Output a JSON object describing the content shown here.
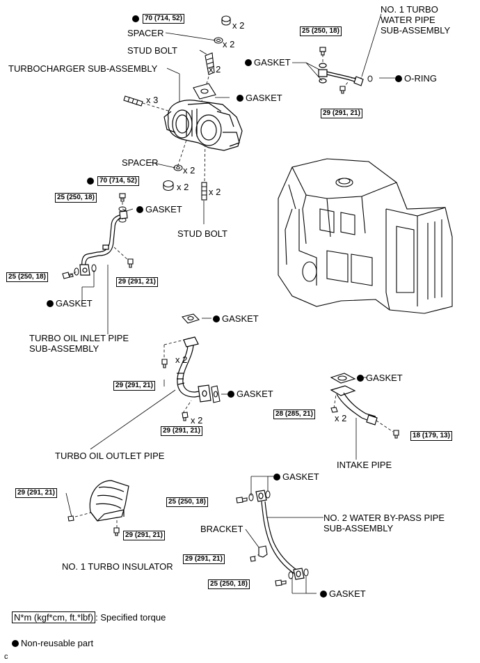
{
  "parts": {
    "no1_turbo_water_pipe": "NO. 1 TURBO\nWATER PIPE\nSUB-ASSEMBLY",
    "spacer": "SPACER",
    "stud_bolt": "STUD BOLT",
    "turbocharger": "TURBOCHARGER SUB-ASSEMBLY",
    "gasket": "GASKET",
    "o_ring": "O-RING",
    "turbo_oil_inlet_pipe": "TURBO OIL INLET PIPE\nSUB-ASSEMBLY",
    "turbo_oil_outlet_pipe": "TURBO OIL OUTLET PIPE",
    "intake_pipe": "INTAKE PIPE",
    "no2_water_bypass_pipe": "NO. 2 WATER BY-PASS PIPE\nSUB-ASSEMBLY",
    "bracket": "BRACKET",
    "no1_turbo_insulator": "NO. 1 TURBO INSULATOR"
  },
  "torques": {
    "t70": "70 (714, 52)",
    "t25": "25 (250, 18)",
    "t29": "29 (291, 21)",
    "t28": "28 (285, 21)",
    "t18": "18 (179, 13)"
  },
  "multipliers": {
    "x2": "x 2",
    "x3": "x 3"
  },
  "legend": {
    "torque_box": "N*m (kgf*cm, ft.*lbf)",
    "torque_text": ": Specified torque",
    "nonreusable": "Non-reusable part"
  },
  "footer_code": "c"
}
